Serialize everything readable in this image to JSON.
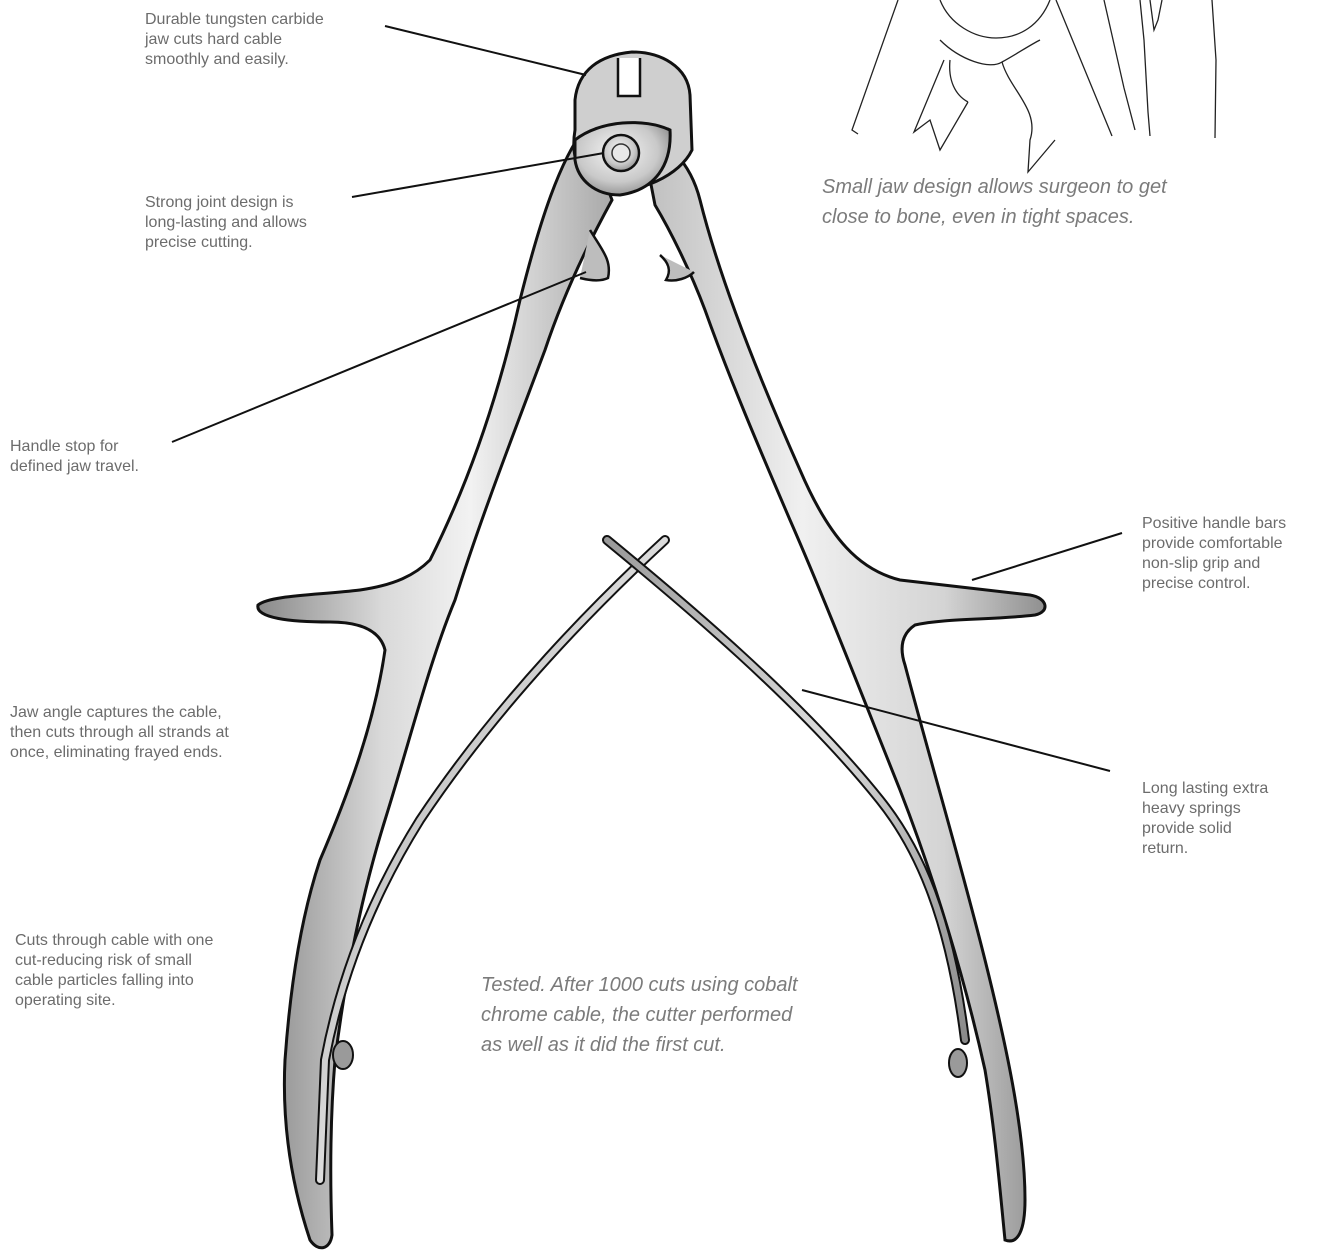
{
  "callouts": {
    "jaw": "Durable tungsten carbide\njaw cuts hard cable\nsmoothly and easily.",
    "joint": "Strong joint design is\nlong-lasting and allows\nprecise cutting.",
    "handle_stop": "Handle stop for\ndefined jaw travel.",
    "jaw_angle": "Jaw angle captures the cable,\nthen cuts through all strands at\nonce, eliminating frayed ends.",
    "one_cut": "Cuts through cable with one\ncut-reducing risk of small\ncable particles falling into\noperating site.",
    "handle_bars": "Positive handle bars\nprovide comfortable\nnon-slip grip and\nprecise control.",
    "springs": "Long lasting extra\nheavy springs\nprovide solid\nreturn."
  },
  "captions": {
    "small_jaw": "Small jaw design allows surgeon to get\nclose to bone, even in tight spaces.",
    "tested": "Tested. After 1000 cuts using cobalt\nchrome cable, the cutter performed\nas well as it did the first cut."
  },
  "colors": {
    "outline": "#111111",
    "metal_light": "#e9e9e9",
    "metal_mid": "#c4c4c4",
    "metal_dark": "#7a7a7a",
    "text": "#6c6c6c",
    "caption": "#7b7b7b"
  }
}
